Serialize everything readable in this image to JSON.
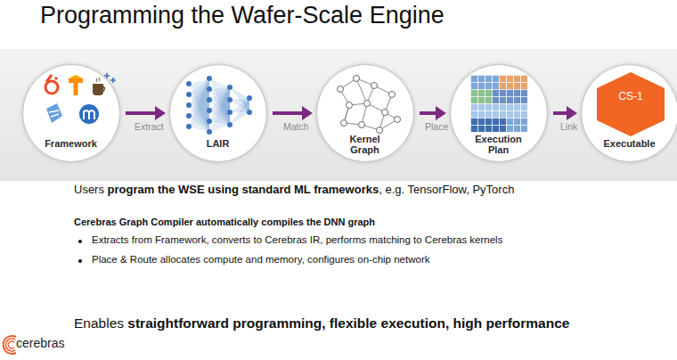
{
  "diagram": {
    "title": "Programming the Wafer-Scale Engine",
    "nodes": [
      {
        "text": [
          "Framework"
        ]
      },
      {
        "text": [
          "LAIR"
        ]
      },
      {
        "text": [
          "Kernel Graph"
        ]
      },
      {
        "text": [
          "Execution Plan"
        ]
      },
      {
        "text": [
          "Executable"
        ]
      },
      {
        "text": [
          "CS-1"
        ],
        "in": 4
      }
    ],
    "edges": [
      {
        "from": 0,
        "to": 1,
        "label": "Extract",
        "arrow": "to"
      },
      {
        "from": 1,
        "to": 2,
        "label": "Match",
        "arrow": "to"
      },
      {
        "from": 2,
        "to": 3,
        "label": "Place",
        "arrow": "to"
      },
      {
        "from": 3,
        "to": 4,
        "label": "Link",
        "arrow": "to"
      }
    ],
    "labels": [
      "Users",
      "program the WSE using standard ML frameworks",
      ", e.g. TensorFlow, PyTorch",
      "Cerebras Graph Compiler automatically compiles the DNN graph",
      "Extracts from Framework, converts to Cerebras IR, performs matching to Cerebras kernels",
      "Place & Route allocates compute and memory, configures on-chip network",
      "Enables",
      "straightforward programming, flexible execution, high performance",
      "cerebras"
    ]
  }
}
